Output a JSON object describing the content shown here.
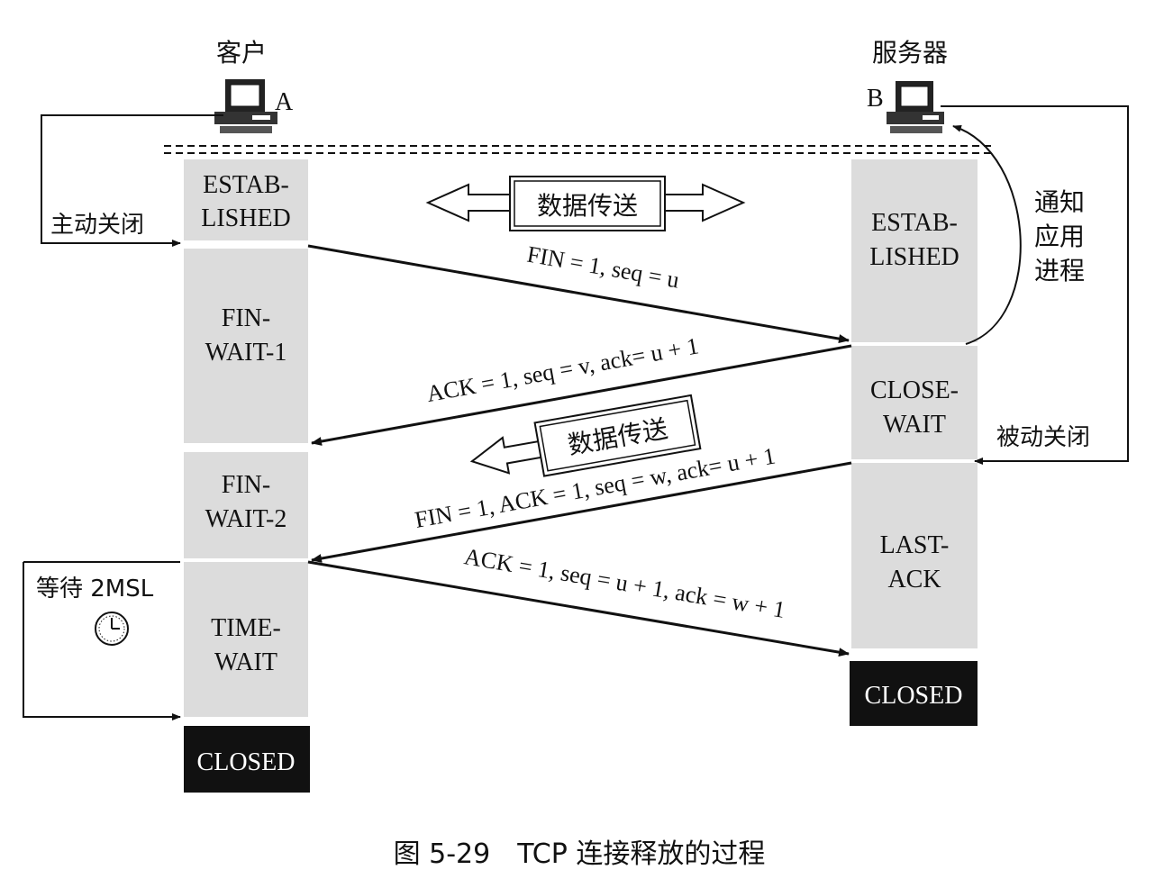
{
  "client": {
    "title": "客户",
    "host_label": "A"
  },
  "server": {
    "title": "服务器",
    "host_label": "B"
  },
  "client_states": [
    "ESTAB-",
    "LISHED",
    "FIN-",
    "WAIT-1",
    "FIN-",
    "WAIT-2",
    "TIME-",
    "WAIT",
    "CLOSED"
  ],
  "server_states": [
    "ESTAB-",
    "LISHED",
    "CLOSE-",
    "WAIT",
    "LAST-",
    "ACK",
    "CLOSED"
  ],
  "side_notes": {
    "active_close": "主动关闭",
    "passive_close": "被动关闭",
    "notify_app": [
      "通知",
      "应用",
      "进程"
    ],
    "wait_2msl": "等待 2MSL"
  },
  "data_transfer_labels": [
    "数据传送",
    "数据传送"
  ],
  "messages": [
    "FIN = 1, seq = u",
    "ACK = 1, seq = v, ack= u + 1",
    "FIN = 1, ACK = 1, seq = w, ack= u + 1",
    "ACK = 1, seq = u + 1, ack = w + 1"
  ],
  "caption": "图 5-29　TCP 连接释放的过程",
  "colors": {
    "state_fill": "#dcdcdc",
    "closed_fill": "#111111",
    "line": "#111111"
  }
}
